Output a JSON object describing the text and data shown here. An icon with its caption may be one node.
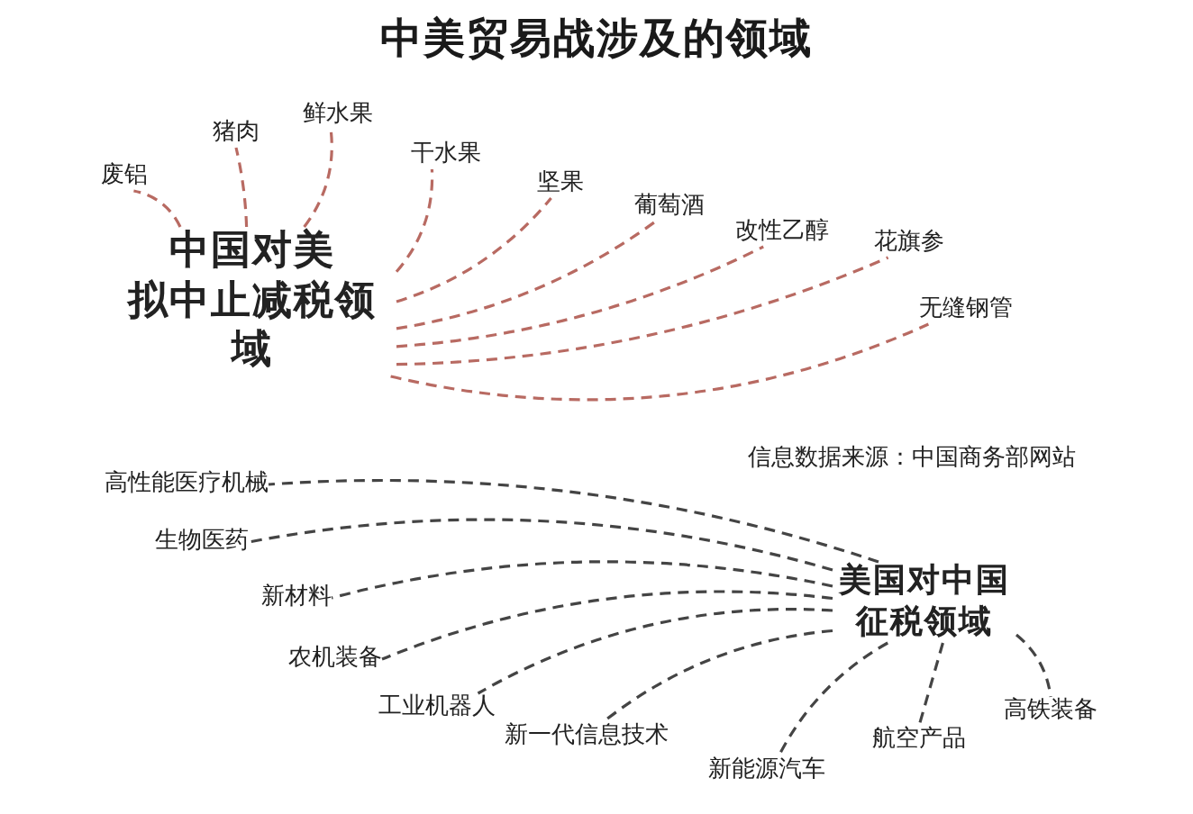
{
  "diagram": {
    "title": "中美贸易战涉及的领域",
    "nodes": [
      {
        "text": [
          "中国对美",
          "拟中止减税领域"
        ]
      },
      {
        "text": [
          "废铝"
        ]
      },
      {
        "text": [
          "猪肉"
        ]
      },
      {
        "text": [
          "鲜水果"
        ]
      },
      {
        "text": [
          "干水果"
        ]
      },
      {
        "text": [
          "坚果"
        ]
      },
      {
        "text": [
          "葡萄酒"
        ]
      },
      {
        "text": [
          "改性乙醇"
        ]
      },
      {
        "text": [
          "花旗参"
        ]
      },
      {
        "text": [
          "无缝钢管"
        ]
      },
      {
        "text": [
          "美国对中国",
          "征税领域"
        ]
      },
      {
        "text": [
          "高性能医疗机械"
        ]
      },
      {
        "text": [
          "生物医药"
        ]
      },
      {
        "text": [
          "新材料"
        ]
      },
      {
        "text": [
          "农机装备"
        ]
      },
      {
        "text": [
          "工业机器人"
        ]
      },
      {
        "text": [
          "新一代信息技术"
        ]
      },
      {
        "text": [
          "新能源汽车"
        ]
      },
      {
        "text": [
          "航空产品"
        ]
      },
      {
        "text": [
          "高铁装备"
        ]
      }
    ],
    "edges": [
      {
        "from": 0,
        "to": 1,
        "arrow": "none",
        "style": "dashed",
        "color": "#b86a62"
      },
      {
        "from": 0,
        "to": 2,
        "arrow": "none",
        "style": "dashed",
        "color": "#b86a62"
      },
      {
        "from": 0,
        "to": 3,
        "arrow": "none",
        "style": "dashed",
        "color": "#b86a62"
      },
      {
        "from": 0,
        "to": 4,
        "arrow": "none",
        "style": "dashed",
        "color": "#b86a62"
      },
      {
        "from": 0,
        "to": 5,
        "arrow": "none",
        "style": "dashed",
        "color": "#b86a62"
      },
      {
        "from": 0,
        "to": 6,
        "arrow": "none",
        "style": "dashed",
        "color": "#b86a62"
      },
      {
        "from": 0,
        "to": 7,
        "arrow": "none",
        "style": "dashed",
        "color": "#b86a62"
      },
      {
        "from": 0,
        "to": 8,
        "arrow": "none",
        "style": "dashed",
        "color": "#b86a62"
      },
      {
        "from": 0,
        "to": 9,
        "arrow": "none",
        "style": "dashed",
        "color": "#b86a62"
      },
      {
        "from": 10,
        "to": 11,
        "arrow": "none",
        "style": "dashed",
        "color": "#444444"
      },
      {
        "from": 10,
        "to": 12,
        "arrow": "none",
        "style": "dashed",
        "color": "#444444"
      },
      {
        "from": 10,
        "to": 13,
        "arrow": "none",
        "style": "dashed",
        "color": "#444444"
      },
      {
        "from": 10,
        "to": 14,
        "arrow": "none",
        "style": "dashed",
        "color": "#444444"
      },
      {
        "from": 10,
        "to": 15,
        "arrow": "none",
        "style": "dashed",
        "color": "#444444"
      },
      {
        "from": 10,
        "to": 16,
        "arrow": "none",
        "style": "dashed",
        "color": "#444444"
      },
      {
        "from": 10,
        "to": 17,
        "arrow": "none",
        "style": "dashed",
        "color": "#444444"
      },
      {
        "from": 10,
        "to": 18,
        "arrow": "none",
        "style": "dashed",
        "color": "#444444"
      },
      {
        "from": 10,
        "to": 19,
        "arrow": "none",
        "style": "dashed",
        "color": "#444444"
      }
    ],
    "labels": [
      "信息数据来源：中国商务部网站"
    ]
  }
}
